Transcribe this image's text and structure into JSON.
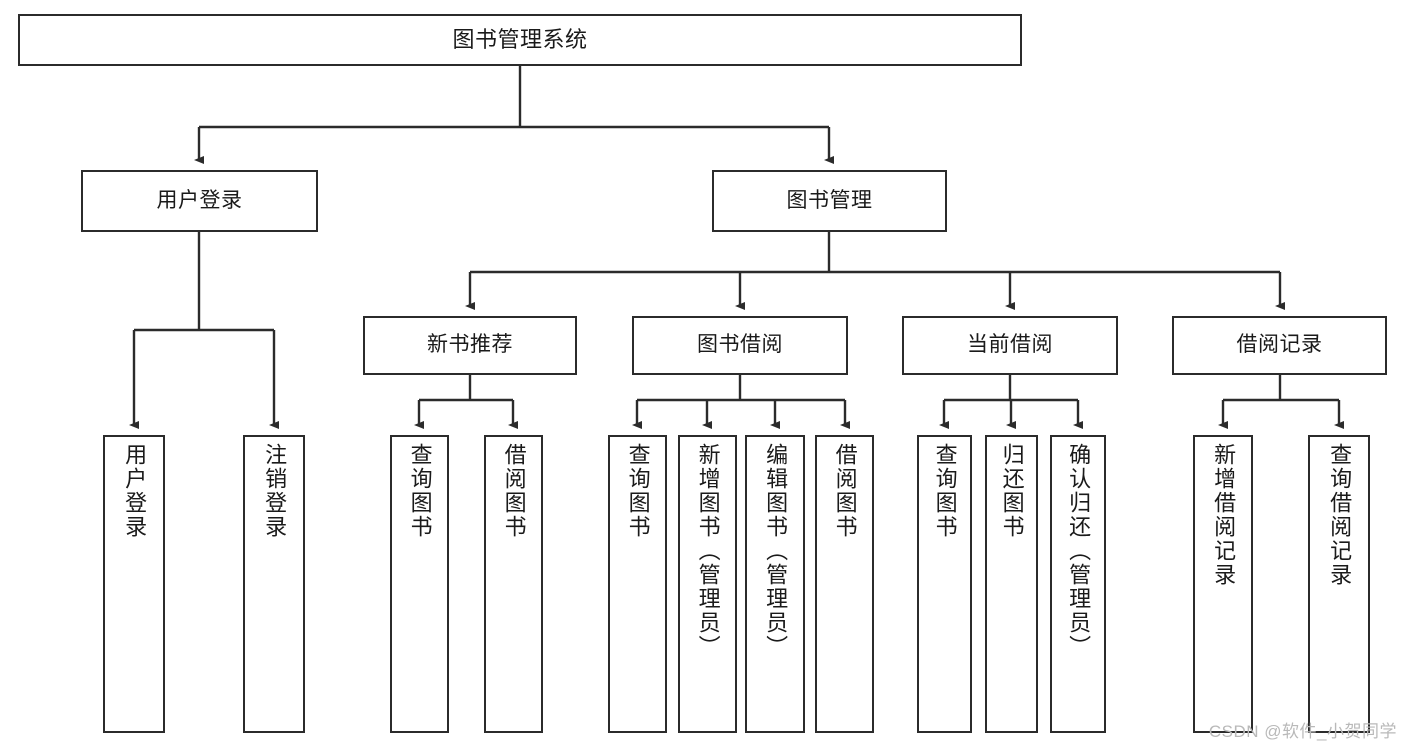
{
  "diagram": {
    "title": "图书管理系统",
    "type": "tree",
    "watermark": "CSDN @软件_小贺同学",
    "colors": {
      "box_border": "#2b2b2b",
      "box_fill": "#ffffff",
      "connector": "#2b2b2b",
      "text": "#1a1a1a",
      "watermark": "#b9b9b9"
    },
    "nodes": {
      "root": {
        "label": "图书管理系统"
      },
      "level2": [
        {
          "label": "用户登录"
        },
        {
          "label": "图书管理"
        }
      ],
      "level3": [
        {
          "label": "新书推荐"
        },
        {
          "label": "图书借阅"
        },
        {
          "label": "当前借阅"
        },
        {
          "label": "借阅记录"
        }
      ],
      "leaves_user_login": [
        {
          "label": "用户登录"
        },
        {
          "label": "注销登录"
        }
      ],
      "leaves_new_book": [
        {
          "label": "查询图书"
        },
        {
          "label": "借阅图书"
        }
      ],
      "leaves_borrow": [
        {
          "label": "查询图书"
        },
        {
          "label": "新增图书（管理员）"
        },
        {
          "label": "编辑图书（管理员）"
        },
        {
          "label": "借阅图书"
        }
      ],
      "leaves_current": [
        {
          "label": "查询图书"
        },
        {
          "label": "归还图书"
        },
        {
          "label": "确认归还（管理员）"
        }
      ],
      "leaves_records": [
        {
          "label": "新增借阅记录"
        },
        {
          "label": "查询借阅记录"
        }
      ]
    }
  }
}
